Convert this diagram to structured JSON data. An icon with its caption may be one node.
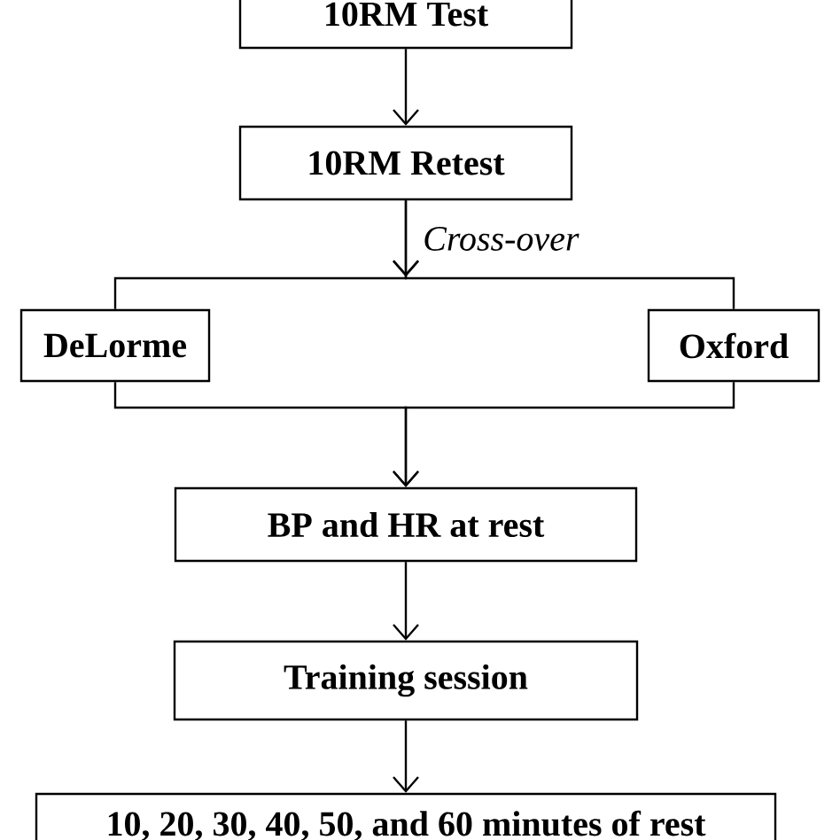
{
  "diagram": {
    "nodes": [
      {
        "text": [
          "10RM Test"
        ]
      },
      {
        "text": [
          "10RM Retest"
        ]
      },
      {
        "text": [
          "DeLorme"
        ]
      },
      {
        "text": [
          "Oxford"
        ]
      },
      {
        "text": [
          "BP and HR at rest"
        ]
      },
      {
        "text": [
          "Training session"
        ]
      },
      {
        "text": [
          "10, 20, 30, 40, 50, and 60 minutes of rest"
        ]
      }
    ],
    "edges": [
      {
        "from": 0,
        "to": 1,
        "arrow": "to"
      },
      {
        "from": 1,
        "to": 2,
        "arrow": "to",
        "label": "Cross-over"
      },
      {
        "from": 1,
        "to": 3,
        "arrow": "to"
      },
      {
        "from": 2,
        "to": 4,
        "arrow": "to"
      },
      {
        "from": 3,
        "to": 4,
        "arrow": "to"
      },
      {
        "from": 4,
        "to": 5,
        "arrow": "to"
      },
      {
        "from": 5,
        "to": 6,
        "arrow": "to"
      }
    ]
  }
}
